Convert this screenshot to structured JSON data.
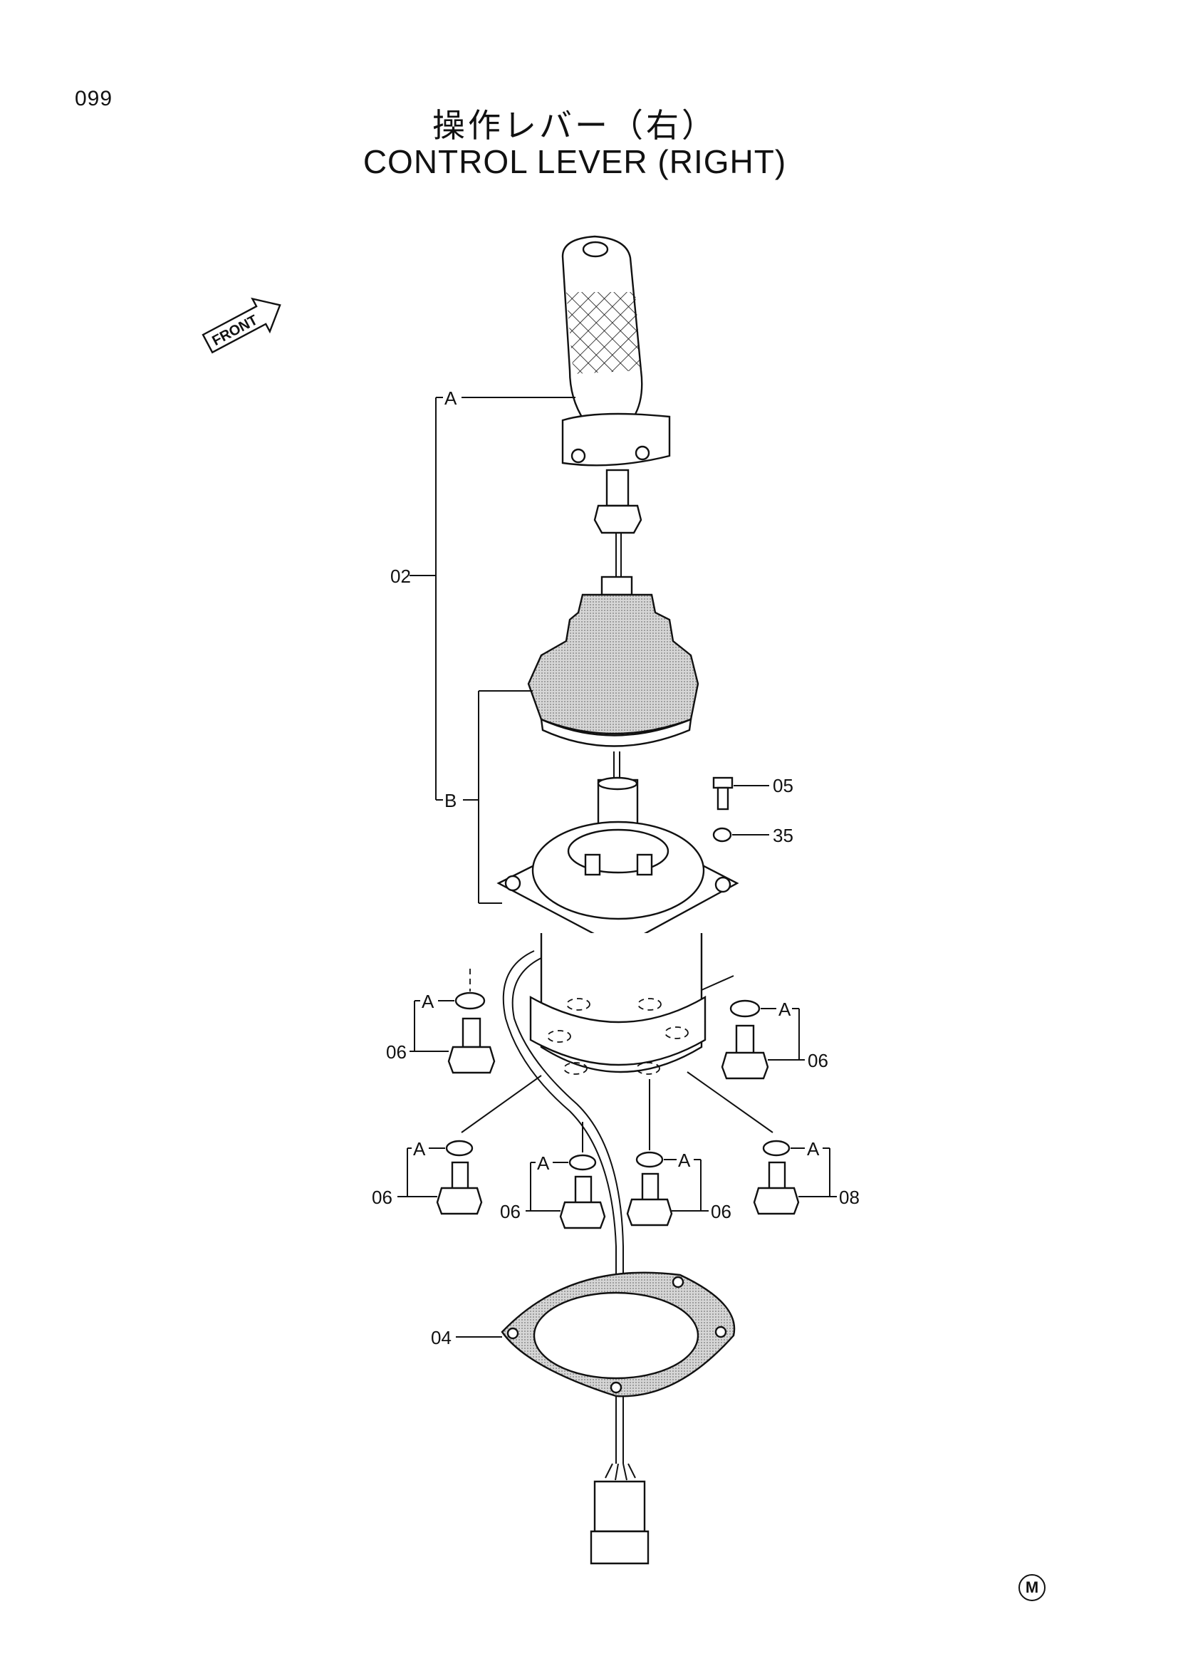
{
  "page_number": "099",
  "title_jp": "操作レバー（右）",
  "title_en": "CONTROL LEVER (RIGHT)",
  "front_arrow_label": "FRONT",
  "corner_mark": "M",
  "labels": {
    "assy_02": "02",
    "group_a": "A",
    "group_b": "B",
    "part_05": "05",
    "part_35": "35",
    "part_04": "04",
    "part_06": "06",
    "part_08": "08"
  },
  "colors": {
    "ink": "#111111",
    "shade": "#bdbdbd"
  }
}
